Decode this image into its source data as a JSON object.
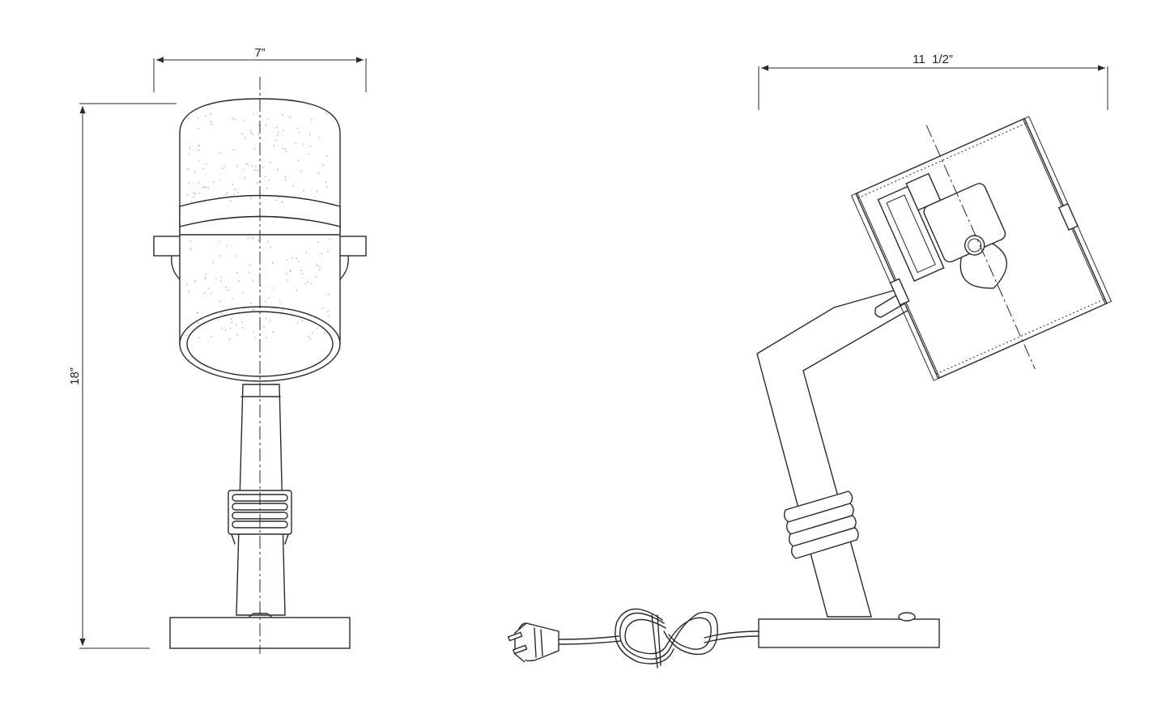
{
  "dimensions": {
    "front_width": "7”",
    "height": "18”",
    "side_width": "11  1/2”"
  },
  "colors": {
    "line": "#2a2a2a",
    "background": "#ffffff"
  },
  "views": [
    "front-view",
    "side-view"
  ]
}
